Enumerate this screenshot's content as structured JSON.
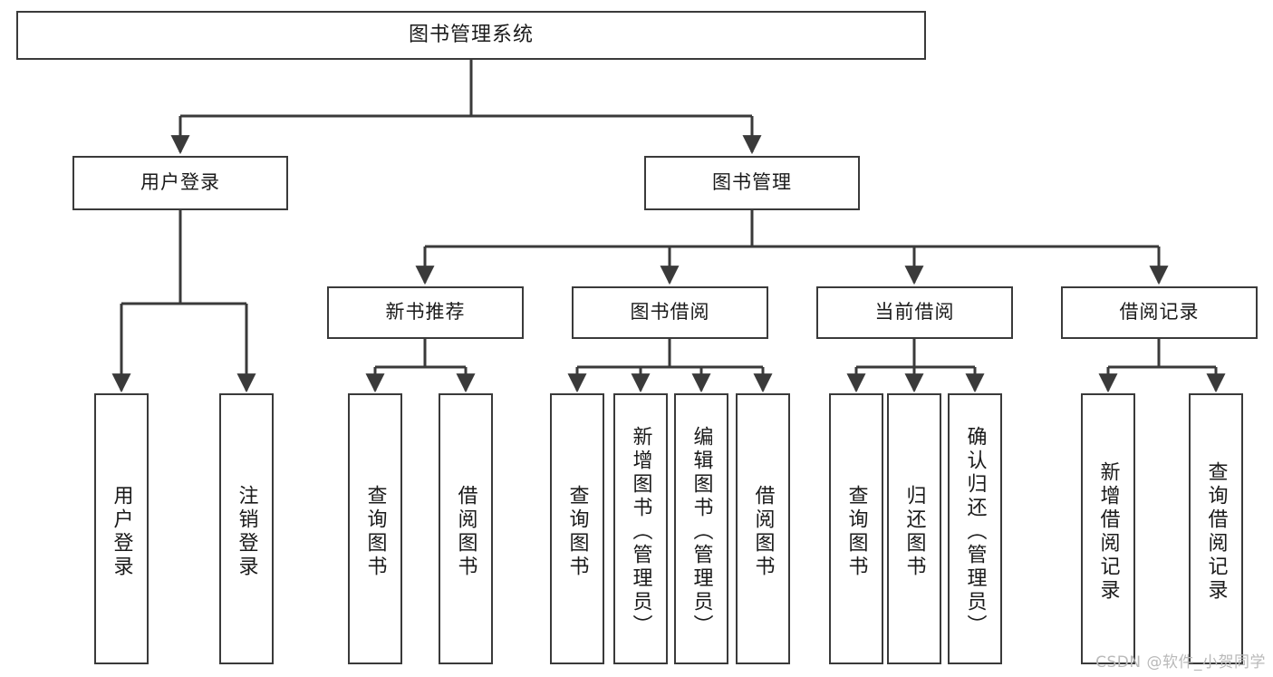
{
  "diagram": {
    "title": "图书管理系统",
    "type": "hierarchy-tree",
    "watermark": "CSDN @软件_小贺同学",
    "colors": {
      "border": "#3a3a3a",
      "background": "#ffffff",
      "text": "#1a1a1a",
      "watermark": "#b9b9b9"
    },
    "levels": {
      "level1": [
        {
          "label": "图书管理系统"
        }
      ],
      "level2": [
        {
          "label": "用户登录"
        },
        {
          "label": "图书管理"
        }
      ],
      "level3": [
        {
          "label": "新书推荐"
        },
        {
          "label": "图书借阅"
        },
        {
          "label": "当前借阅"
        },
        {
          "label": "借阅记录"
        }
      ],
      "level4": [
        {
          "label": "用户登录"
        },
        {
          "label": "注销登录"
        },
        {
          "label": "查询图书"
        },
        {
          "label": "借阅图书"
        },
        {
          "label": "查询图书"
        },
        {
          "label": "新增图书（管理员）"
        },
        {
          "label": "编辑图书（管理员）"
        },
        {
          "label": "借阅图书"
        },
        {
          "label": "查询图书"
        },
        {
          "label": "归还图书"
        },
        {
          "label": "确认归还（管理员）"
        },
        {
          "label": "新增借阅记录"
        },
        {
          "label": "查询借阅记录"
        }
      ]
    }
  }
}
